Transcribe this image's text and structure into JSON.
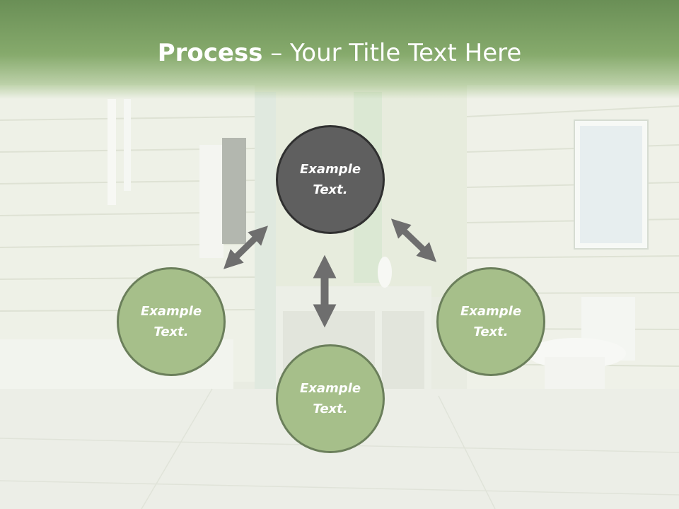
{
  "title": {
    "bold": "Process",
    "rest": " – Your Title Text Here"
  },
  "nodes": {
    "top": "Example Text.",
    "left": "Example Text.",
    "right": "Example Text.",
    "bottom": "Example Text."
  },
  "colors": {
    "banner": "#7ea266",
    "node_dark": "#5f5f5f",
    "node_green": "#a6bf8a",
    "arrow": "#6e6e6e"
  }
}
